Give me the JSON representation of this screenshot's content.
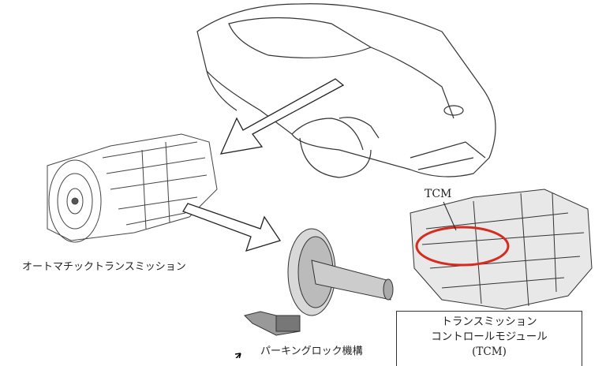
{
  "labels": {
    "tcm_callout": "TCM",
    "automatic_transmission": "オートマチックトランスミッション",
    "parking_lock": "パーキングロック機構",
    "tcm_box": {
      "line1": "トランスミッション",
      "line2": "コントロールモジュール",
      "line3": "(TCM)"
    }
  },
  "colors": {
    "highlight": "#d62b20",
    "line": "#222222"
  }
}
